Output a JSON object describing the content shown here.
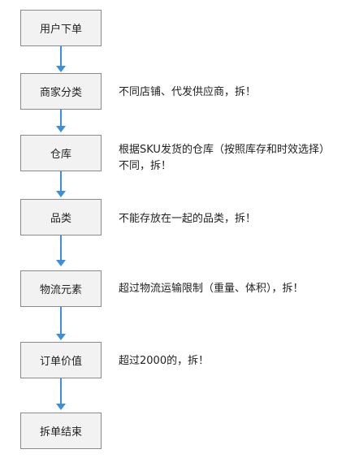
{
  "colors": {
    "arrow": "#3c8fe0",
    "box_border": "#8a8a8a",
    "box_fill": "#f2f2f2",
    "text": "#222222"
  },
  "steps": [
    {
      "label": "用户下单",
      "note": ""
    },
    {
      "label": "商家分类",
      "note": "不同店铺、代发供应商，拆！"
    },
    {
      "label": "仓库",
      "note": "根据SKU发货的仓库（按照库存和时效选择）不同，拆！"
    },
    {
      "label": "品类",
      "note": "不能存放在一起的品类，拆！"
    },
    {
      "label": "物流元素",
      "note": "超过物流运输限制（重量、体积），拆！"
    },
    {
      "label": "订单价值",
      "note": "超过2000的，拆！"
    },
    {
      "label": "拆单结束",
      "note": ""
    }
  ]
}
